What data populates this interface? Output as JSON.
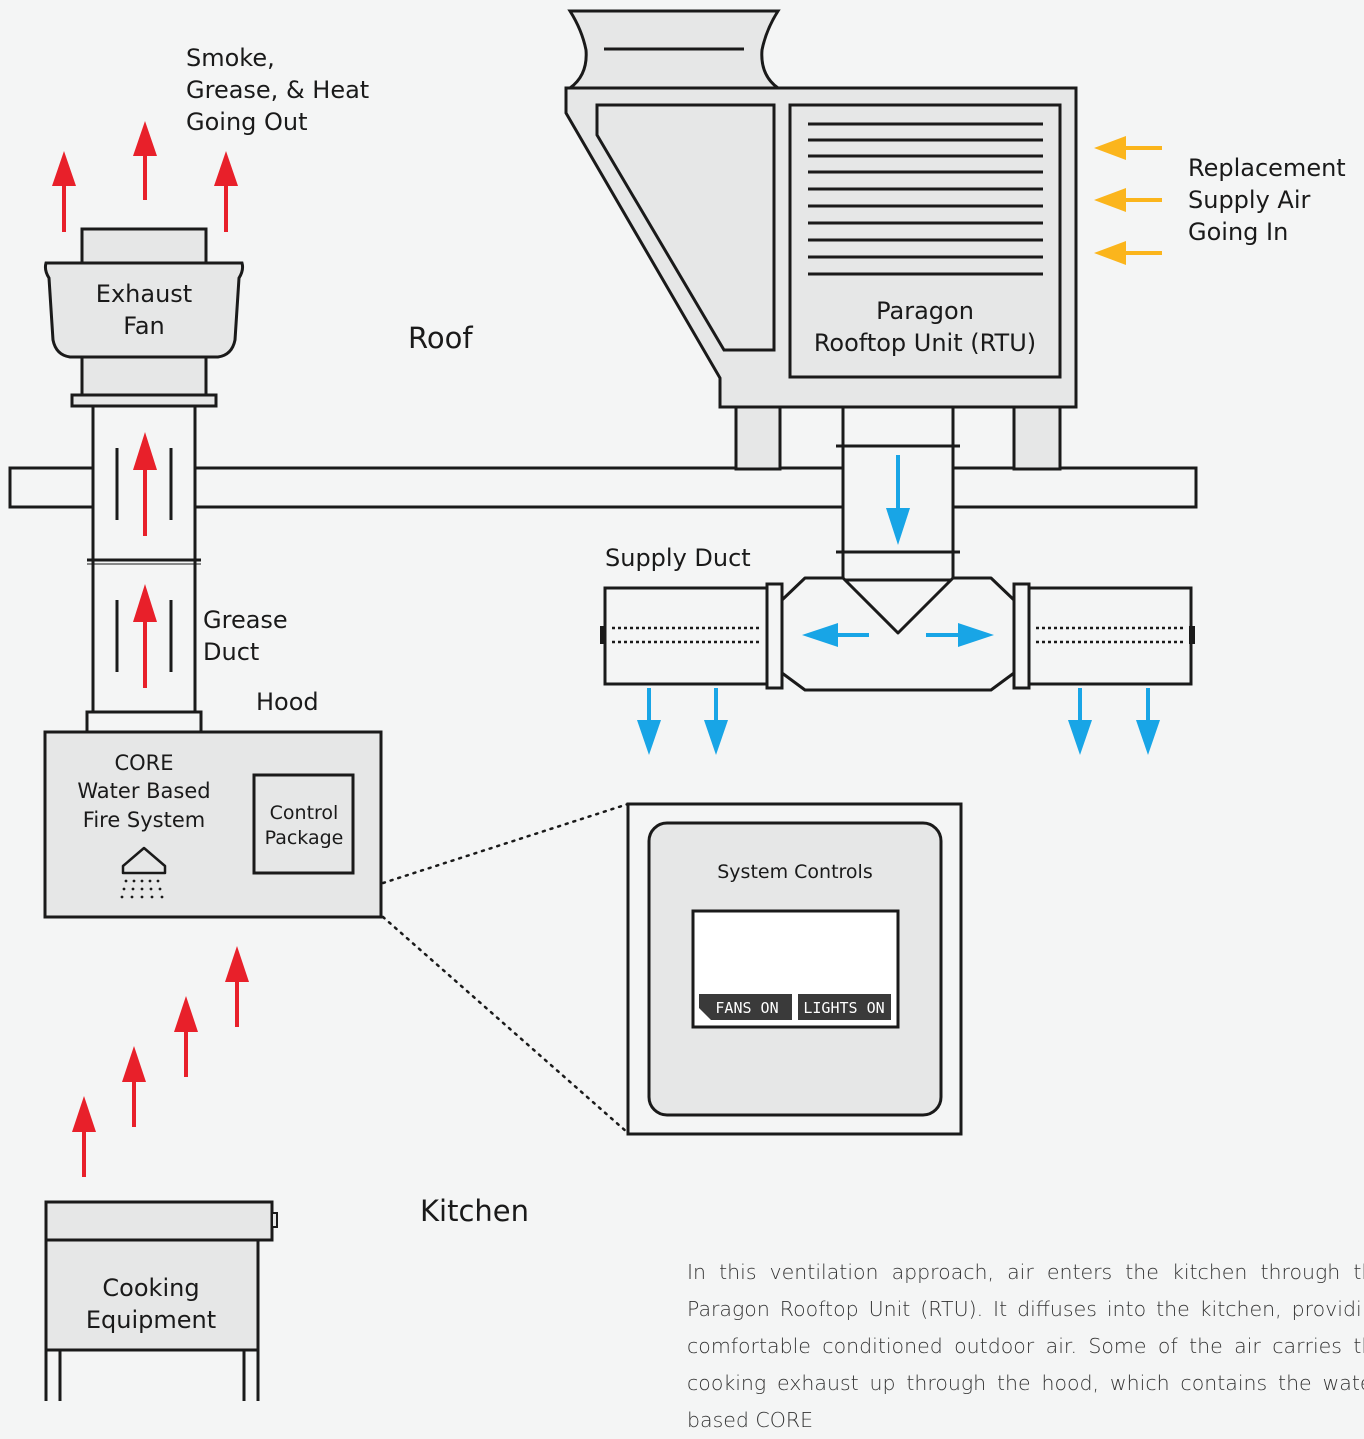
{
  "labels": {
    "smoke": [
      "Smoke,",
      "Grease, & Heat",
      "Going Out"
    ],
    "exhaust_fan": [
      "Exhaust",
      "Fan"
    ],
    "roof": "Roof",
    "rtu": [
      "Paragon",
      "Rooftop Unit (RTU)"
    ],
    "replacement": [
      "Replacement",
      "Supply Air",
      "Going In"
    ],
    "supply_duct": "Supply Duct",
    "grease_duct": [
      "Grease",
      "Duct"
    ],
    "hood": "Hood",
    "fire_system": [
      "CORE",
      "Water Based",
      "Fire System"
    ],
    "control_package": [
      "Control",
      "Package"
    ],
    "system_controls": "System Controls",
    "fans_on": "FANS ON",
    "lights_on": "LIGHTS ON",
    "kitchen": "Kitchen",
    "cooking_equipment": [
      "Cooking",
      "Equipment"
    ]
  },
  "description": "In this ventilation approach, air enters the kitchen through the Paragon Rooftop Unit (RTU). It diffuses into the kitchen, providing comfortable conditioned outdoor air. Some of the air carries the cooking exhaust up through the hood, which contains the water-based CORE",
  "colors": {
    "exhaust_arrow": "#e8202a",
    "supply_arrow": "#18a5e6",
    "intake_arrow": "#fbb51c",
    "line": "#1a1a1a",
    "fill": "#e6e7e7"
  }
}
